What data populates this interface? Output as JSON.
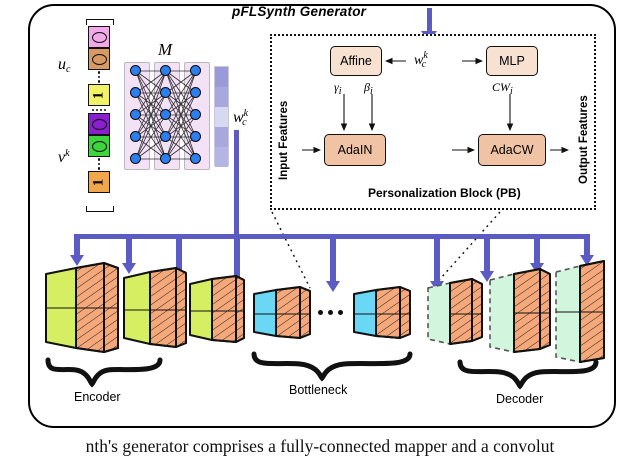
{
  "figure": {
    "title": "pFLSynth Generator",
    "caption": "nth's generator comprises a fully-connected mapper and a convolut"
  },
  "mapper": {
    "label": "M",
    "layers": 3,
    "nodes_per_layer": 5,
    "node_color": "#2b7ff0",
    "layer_bg": "#f3e2f6"
  },
  "input_vectors": {
    "u_label": "u",
    "u_sub": "c",
    "v_label": "v",
    "v_sup": "k",
    "items": [
      {
        "kind": "zero",
        "value": "0",
        "color": "#f2a9ea"
      },
      {
        "kind": "zero",
        "value": "0",
        "color": "#d79a64"
      },
      {
        "kind": "dots-vertical",
        "value": ""
      },
      {
        "kind": "one",
        "value": "1",
        "color": "#f2f268"
      },
      {
        "kind": "dots-horizontal",
        "value": ""
      },
      {
        "kind": "zero",
        "value": "0",
        "color": "#8a1fd0"
      },
      {
        "kind": "zero",
        "value": "0",
        "color": "#3cd63c"
      },
      {
        "kind": "dots-vertical",
        "value": ""
      },
      {
        "kind": "one",
        "value": "1",
        "color": "#f2a64a"
      }
    ]
  },
  "latent": {
    "label": "w",
    "sub": "c",
    "sup": "k",
    "segments": [
      "#9a9ad8",
      "#a8a8de",
      "#d8d8f0",
      "#a8a8de",
      "#b5b5e4"
    ]
  },
  "personalization_block": {
    "caption": "Personalization Block (PB)",
    "input_features_label": "Input Features",
    "output_features_label": "Output Features",
    "affine_label": "Affine",
    "mlp_label": "MLP",
    "adain_label": "AdaIN",
    "adacw_label": "AdaCW",
    "gamma_label": "γ",
    "gamma_sub": "i",
    "beta_label": "β",
    "beta_sub": "i",
    "cw_label": "CW",
    "cw_sub": "i",
    "w_label": "w",
    "w_sub": "c",
    "w_sup": "k"
  },
  "architecture": {
    "groups": [
      {
        "name": "Encoder",
        "label": "Encoder"
      },
      {
        "name": "Bottleneck",
        "label": "Bottleneck"
      },
      {
        "name": "Decoder",
        "label": "Decoder"
      }
    ],
    "encoder_blocks": [
      {
        "h": 92,
        "w": 46,
        "front": "#d6ee62",
        "side": "#f5a97a"
      },
      {
        "h": 76,
        "w": 42,
        "front": "#d6ee62",
        "side": "#f5a97a"
      },
      {
        "h": 62,
        "w": 38,
        "front": "#d6ee62",
        "side": "#f5a97a"
      }
    ],
    "bottleneck_blocks": [
      {
        "h": 46,
        "w": 48,
        "front": "#6ad8f5",
        "side": "#f5a97a"
      },
      {
        "h": 46,
        "w": 48,
        "front": "#6ad8f5",
        "side": "#f5a97a"
      }
    ],
    "decoder_blocks": [
      {
        "h": 62,
        "w": 38,
        "front": "#d2f5dd",
        "side": "#f5a97a"
      },
      {
        "h": 78,
        "w": 44,
        "front": "#d2f5dd",
        "side": "#f5a97a"
      },
      {
        "h": 94,
        "w": 48,
        "front": "#d2f5dd",
        "side": "#f5a97a"
      }
    ],
    "arrow_count": 9,
    "arrow_color": "#5b5bc4"
  }
}
